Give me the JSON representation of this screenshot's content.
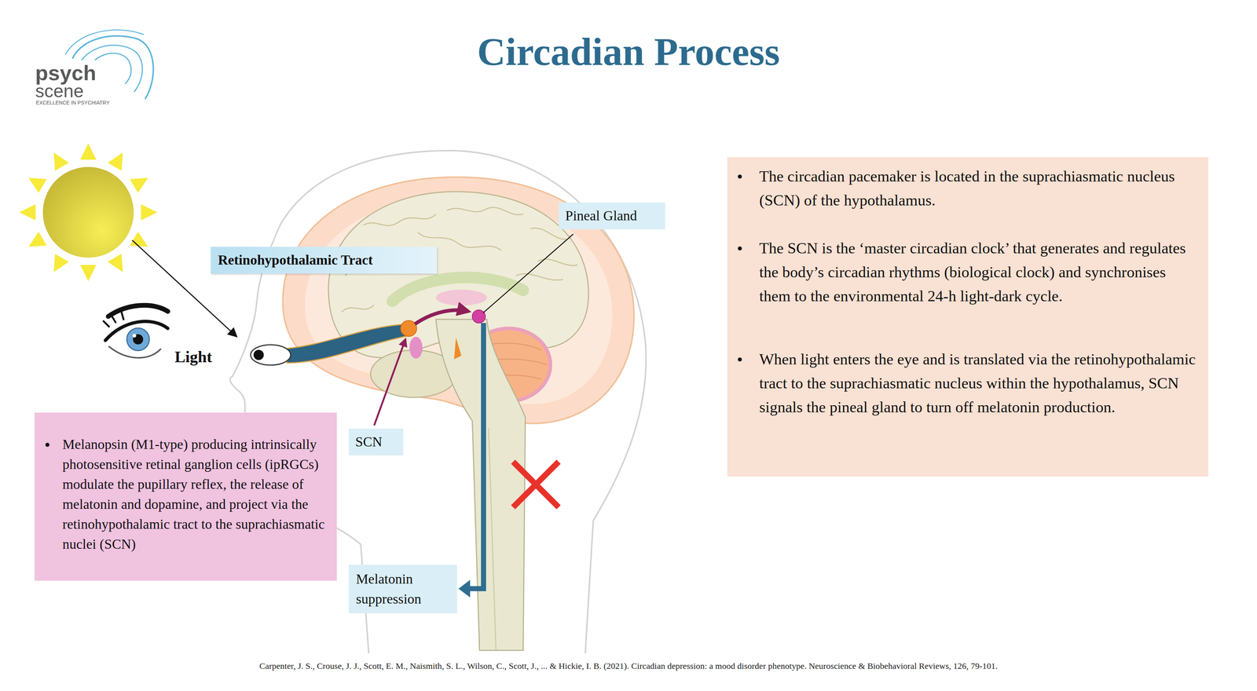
{
  "diagram": {
    "title": "Circadian Process",
    "caption": "Carpenter, J. S., Crouse, J. J., Scott, E. M., Naismith, S. L., Wilson, C., Scott, J., ... & Hickie, I. B. (2021). Circadian depression: a mood disorder phenotype. Neuroscience & Biobehavioral Reviews, 126, 79-101.",
    "nodes": [
      {
        "text": [
          "Retinohypothalamic Tract"
        ]
      },
      {
        "text": [
          "Pineal Gland"
        ]
      },
      {
        "text": [
          "SCN"
        ]
      },
      {
        "text": [
          "Melatonin suppression"
        ]
      },
      {
        "text": [
          "Melanopsin (M1-type) producing intrinsically photosensitive retinal ganglion cells (ipRGCs) modulate the pupillary reflex, the release of melatonin and dopamine, and project via the retinohypothalamic tract to the suprachiasmatic nuclei (SCN)"
        ]
      },
      {
        "text": [
          "The circadian pacemaker is located in the suprachiasmatic nucleus (SCN) of the hypothalamus.",
          "The SCN is the ‘master circadian clock’ that generates and regulates the body’s circadian rhythms (biological clock) and synchronises them to the environmental 24-h light-dark cycle.",
          "When light enters the eye and is translated via the retinohypothalamic tract to the suprachiasmatic nucleus within the hypothalamus, SCN signals the pineal gland to turn off melatonin production."
        ]
      }
    ],
    "labels": [
      "psych",
      "scene",
      "EXCELLENCE IN PSYCHIATRY",
      "Light"
    ]
  }
}
